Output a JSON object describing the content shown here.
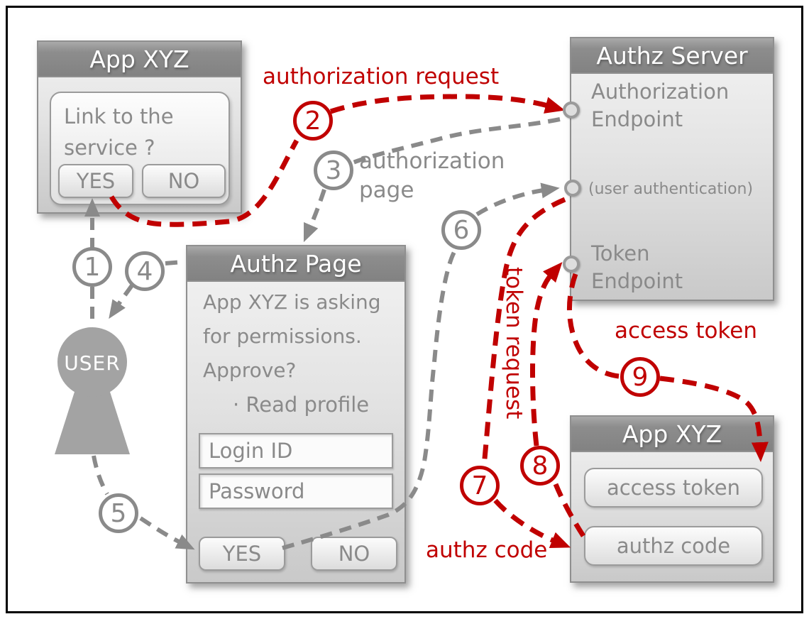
{
  "colors": {
    "red": "#c00000",
    "gray": "#8a8a8a"
  },
  "app_top": {
    "title": "App XYZ",
    "prompt": "Link to the service ?",
    "yes_label": "YES",
    "no_label": "NO"
  },
  "authz_server": {
    "title": "Authz Server",
    "authorization_endpoint": "Authorization Endpoint",
    "user_authentication": "(user authentication)",
    "token_endpoint": "Token Endpoint"
  },
  "authz_page": {
    "title": "Authz Page",
    "message_lines": [
      "App XYZ is asking",
      "for permissions.",
      "Approve?"
    ],
    "permission_item": "· Read profile",
    "login_placeholder": "Login ID",
    "password_placeholder": "Password",
    "yes_label": "YES",
    "no_label": "NO"
  },
  "app_bottom": {
    "title": "App XYZ",
    "access_token_label": "access token",
    "authz_code_label": "authz code"
  },
  "user": {
    "label": "USER"
  },
  "steps": [
    "1",
    "2",
    "3",
    "4",
    "5",
    "6",
    "7",
    "8",
    "9"
  ],
  "flow_labels": {
    "authorization_request": "authorization request",
    "authorization_page": "authorization page",
    "token_request": "token request",
    "access_token": "access token",
    "authz_code": "authz code"
  }
}
